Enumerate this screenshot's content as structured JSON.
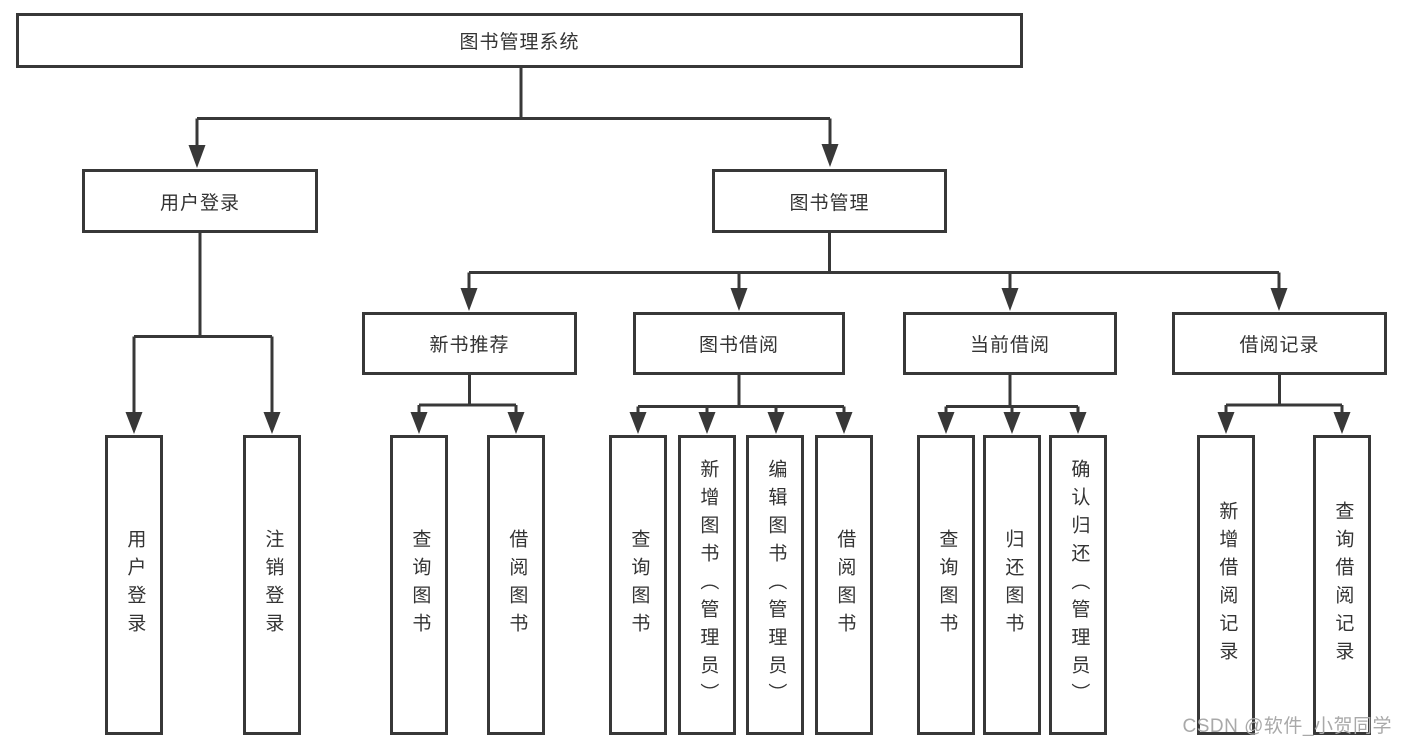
{
  "diagram": {
    "root": {
      "label": "图书管理系统"
    },
    "user_login": {
      "label": "用户登录",
      "children": [
        "用户登录",
        "注销登录"
      ]
    },
    "book_management": {
      "label": "图书管理",
      "sections": {
        "new_book_recommend": {
          "label": "新书推荐",
          "children": [
            "查询图书",
            "借阅图书"
          ]
        },
        "book_borrow": {
          "label": "图书借阅",
          "children": [
            "查询图书",
            "新增图书（管理员）",
            "编辑图书（管理员）",
            "借阅图书"
          ]
        },
        "current_borrow": {
          "label": "当前借阅",
          "children": [
            "查询图书",
            "归还图书",
            "确认归还（管理员）"
          ]
        },
        "borrow_records": {
          "label": "借阅记录",
          "children": [
            "新增借阅记录",
            "查询借阅记录"
          ]
        }
      }
    }
  },
  "watermark": {
    "text": "CSDN @软件_小贺同学"
  },
  "colors": {
    "line": "#383838",
    "text": "#333333",
    "watermark": "#a9a9a9",
    "background": "#ffffff"
  }
}
